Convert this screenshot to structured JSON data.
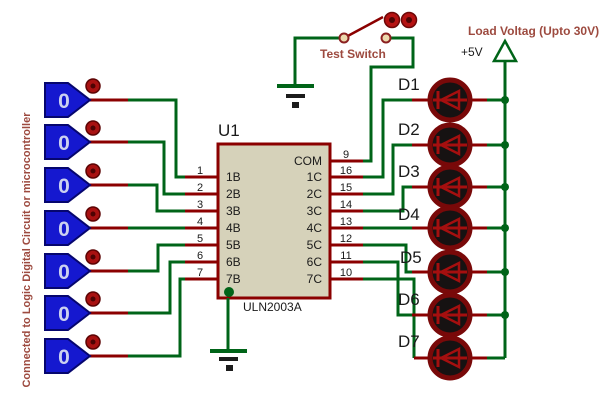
{
  "colors": {
    "wire_green": "#006418",
    "wire_red": "#8b0000",
    "connector_blue": "#1518cf",
    "chip_fill": "#d6d2ba",
    "chip_border": "#8b0000",
    "label_maroon": "#9d4a3f",
    "led_ring": "#790909",
    "led_symbol": "#a50f0f"
  },
  "left_note": "Connected to Logic Digital Circuit or microcontroller",
  "inputs": [
    {
      "value": "0"
    },
    {
      "value": "0"
    },
    {
      "value": "0"
    },
    {
      "value": "0"
    },
    {
      "value": "0"
    },
    {
      "value": "0"
    },
    {
      "value": "0"
    }
  ],
  "chip": {
    "ref": "U1",
    "part": "ULN2003A",
    "com": {
      "num": "9",
      "label": "COM"
    },
    "left_pins": [
      {
        "num": "1",
        "label": "1B"
      },
      {
        "num": "2",
        "label": "2B"
      },
      {
        "num": "3",
        "label": "3B"
      },
      {
        "num": "4",
        "label": "4B"
      },
      {
        "num": "5",
        "label": "5B"
      },
      {
        "num": "6",
        "label": "6B"
      },
      {
        "num": "7",
        "label": "7B"
      }
    ],
    "right_pins": [
      {
        "num": "16",
        "label": "1C"
      },
      {
        "num": "15",
        "label": "2C"
      },
      {
        "num": "14",
        "label": "3C"
      },
      {
        "num": "13",
        "label": "4C"
      },
      {
        "num": "12",
        "label": "5C"
      },
      {
        "num": "11",
        "label": "6C"
      },
      {
        "num": "10",
        "label": "7C"
      }
    ]
  },
  "switch": {
    "label": "Test Switch"
  },
  "power": {
    "rail": "+5V",
    "note": "Load Voltag (Upto 30V)"
  },
  "leds": [
    {
      "ref": "D1"
    },
    {
      "ref": "D2"
    },
    {
      "ref": "D3"
    },
    {
      "ref": "D4"
    },
    {
      "ref": "D5"
    },
    {
      "ref": "D6"
    },
    {
      "ref": "D7"
    }
  ]
}
